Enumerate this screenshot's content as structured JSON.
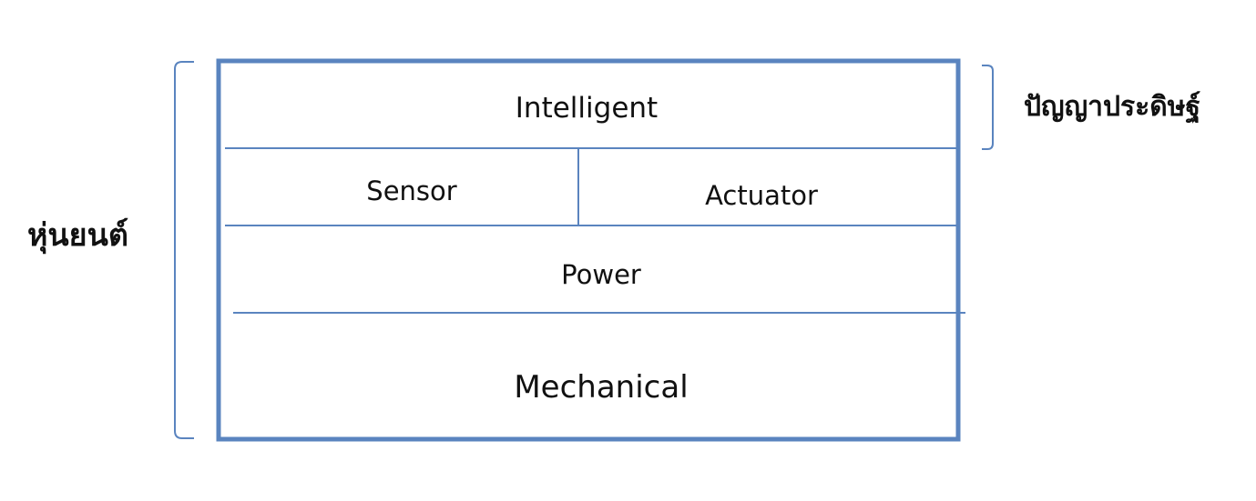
{
  "diagram": {
    "layers": {
      "intelligent": "Intelligent",
      "sensor": "Sensor",
      "actuator": "Actuator",
      "power": "Power",
      "mechanical": "Mechanical"
    },
    "brackets": {
      "robot": "หุ่นยนต์",
      "ai": "ปัญญาประดิษฐ์"
    },
    "colors": {
      "frame": "#5a84bf",
      "divider": "#5a84bf",
      "bracket": "#5a84bf",
      "text": "#111111"
    }
  }
}
